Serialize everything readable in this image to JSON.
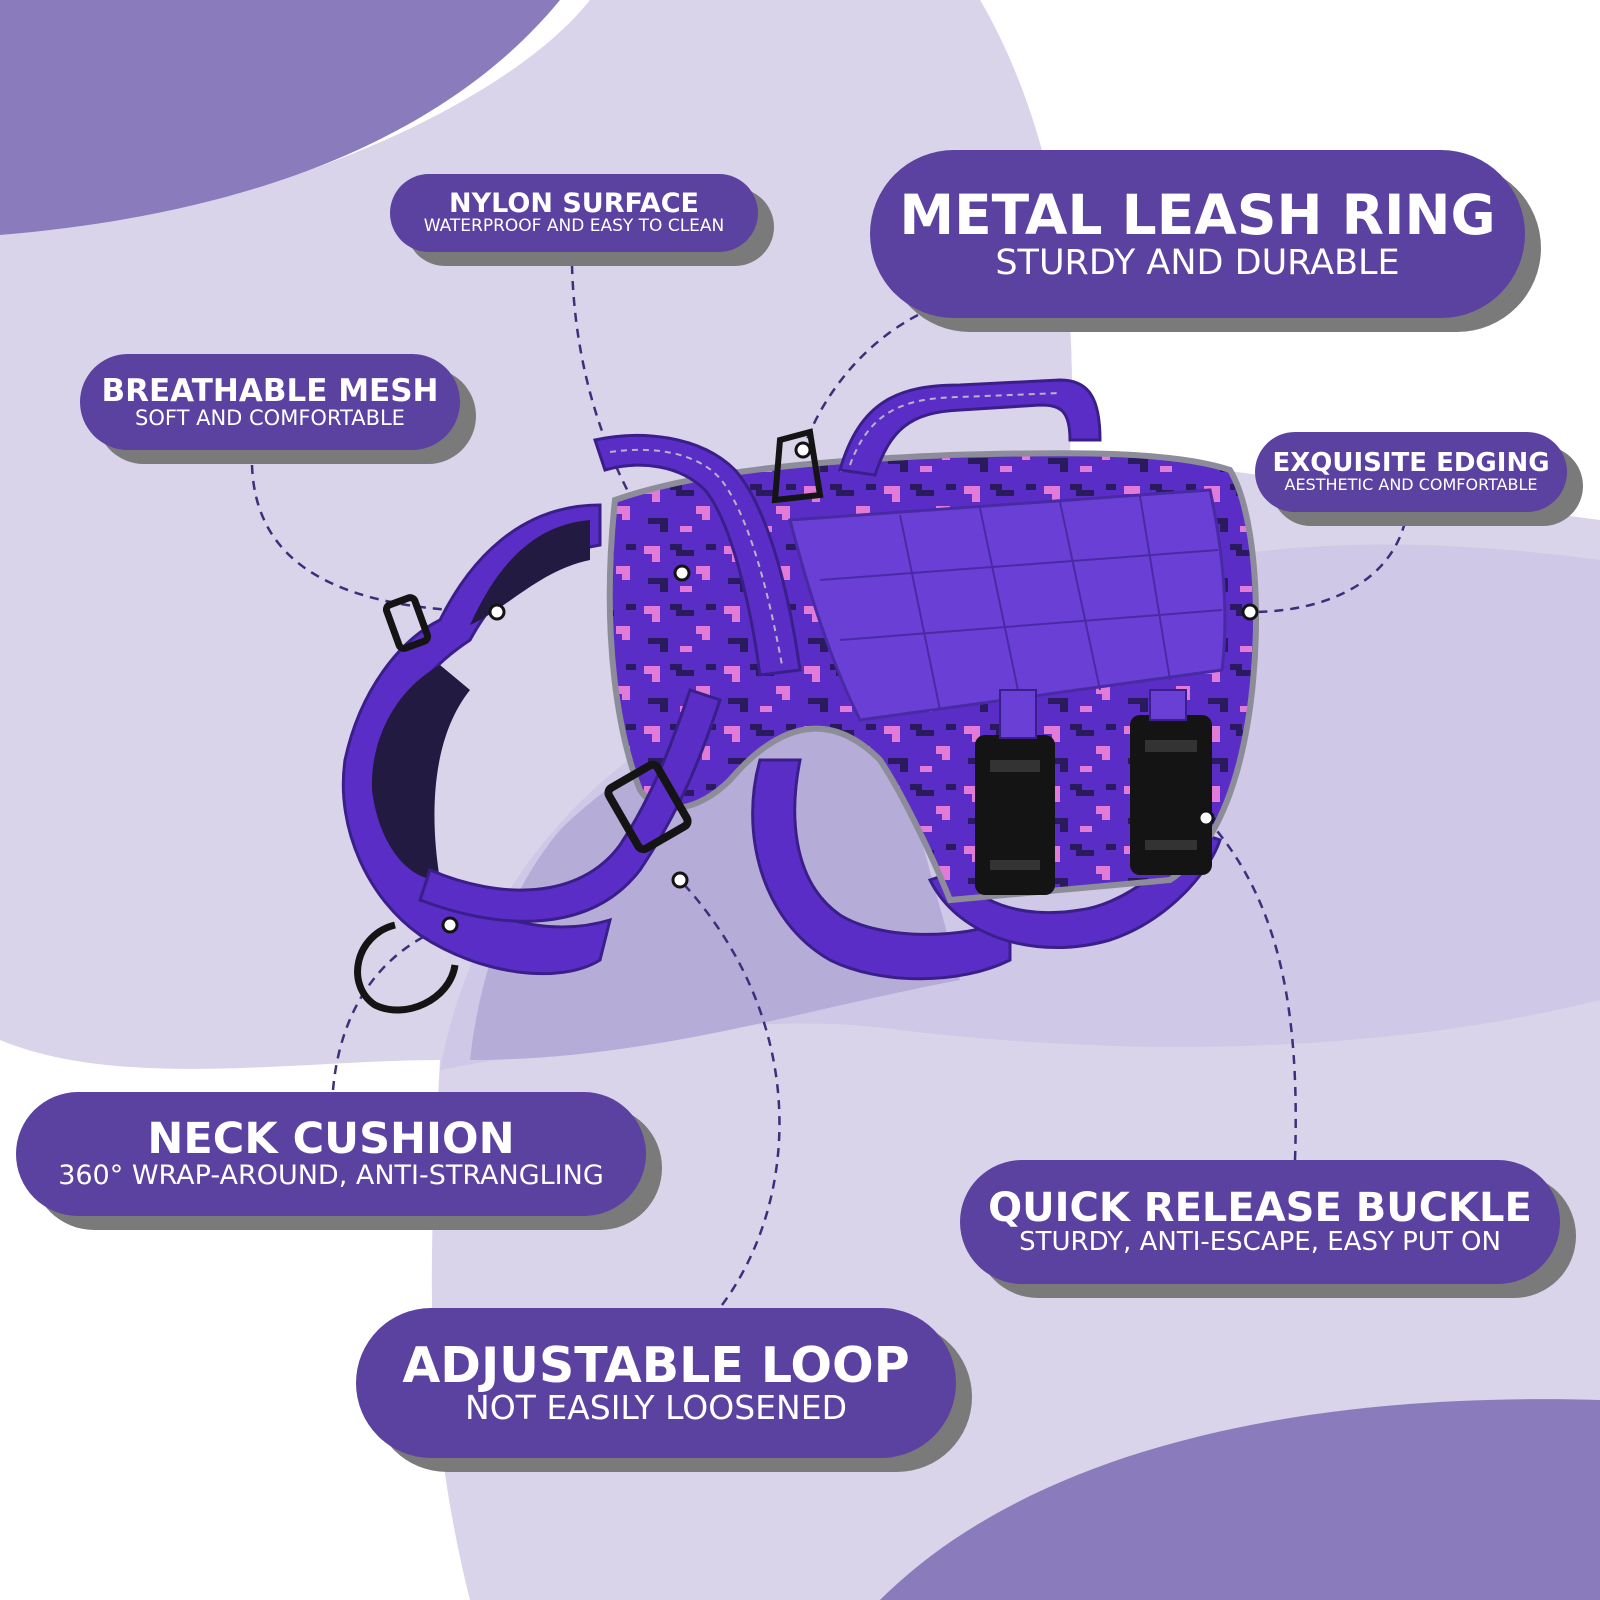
{
  "colors": {
    "background": "#ffffff",
    "blob_light": "#d9d4ea",
    "blob_mid": "#b6acd8",
    "blob_dark": "#8a7cbc",
    "pill": "#5b41a0",
    "pill_shadow": "#7a7a7a",
    "harness_purple": "#5a2ec6",
    "harness_dark": "#2a1a5e",
    "camo_pink": "#e27ad8",
    "buckle_black": "#141414"
  },
  "callouts": {
    "nylon": {
      "title": "NYLON SURFACE",
      "subtitle": "WATERPROOF AND EASY TO CLEAN"
    },
    "metal_ring": {
      "title": "METAL LEASH RING",
      "subtitle": "STURDY AND DURABLE"
    },
    "mesh": {
      "title": "BREATHABLE MESH",
      "subtitle": "SOFT AND COMFORTABLE"
    },
    "edging": {
      "title": "EXQUISITE EDGING",
      "subtitle": "AESTHETIC AND COMFORTABLE"
    },
    "neck": {
      "title": "NECK CUSHION",
      "subtitle": "360° WRAP-AROUND, ANTI-STRANGLING"
    },
    "buckle": {
      "title": "QUICK RELEASE BUCKLE",
      "subtitle": "STURDY, ANTI-ESCAPE, EASY PUT ON"
    },
    "loop": {
      "title": "ADJUSTABLE LOOP",
      "subtitle": "NOT EASILY LOOSENED"
    }
  },
  "product": {
    "name": "dog-harness",
    "pattern": "digital-camo"
  }
}
